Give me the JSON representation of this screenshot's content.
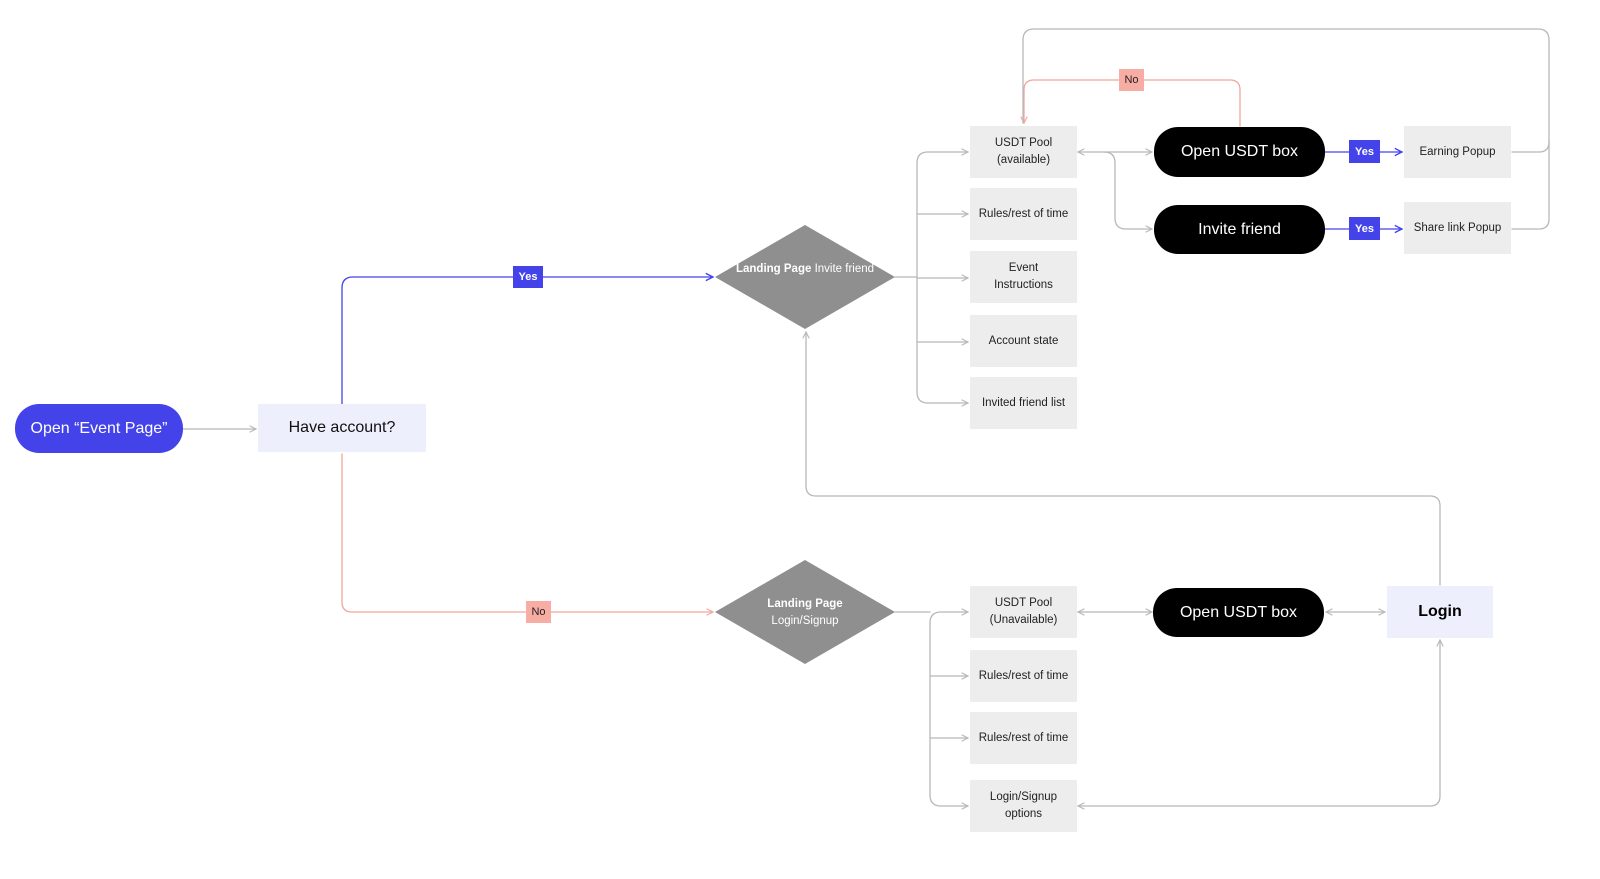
{
  "colors": {
    "accent": "#4443E9",
    "yes_edge": "#4443E9",
    "no_edge": "#F2A69C",
    "edge": "#B8B8B8",
    "diamond": "#8F8F8F",
    "pill": "#000000",
    "grey_box": "#EDEDED",
    "light_box": "#EEEFFD"
  },
  "start": {
    "label": "Open “Event Page”"
  },
  "decision": {
    "label": "Have account?"
  },
  "landing_invite": {
    "line1": "Landing Page",
    "line2": "Invite friend"
  },
  "landing_login": {
    "line1": "Landing Page",
    "line2": "Login/Signup"
  },
  "invite_items": [
    {
      "line1": "USDT Pool",
      "line2": "(available)"
    },
    {
      "line1": "Rules/rest of time",
      "line2": ""
    },
    {
      "line1": "Event",
      "line2": "Instructions"
    },
    {
      "line1": "Account state",
      "line2": ""
    },
    {
      "line1": "Invited friend list",
      "line2": ""
    }
  ],
  "login_items": [
    {
      "line1": "USDT Pool",
      "line2": "(Unavailable)"
    },
    {
      "line1": "Rules/rest of time",
      "line2": ""
    },
    {
      "line1": "Rules/rest of time",
      "line2": ""
    },
    {
      "line1": "Login/Signup",
      "line2": "options"
    }
  ],
  "actions": {
    "open_box_top": "Open USDT box",
    "invite_friend": "Invite friend",
    "open_box_bottom": "Open USDT box",
    "login": "Login"
  },
  "popups": {
    "earning": "Earning Popup",
    "share_link": "Share link Popup"
  },
  "tags": {
    "yes_main": "Yes",
    "no_main": "No",
    "no_loop": "No",
    "yes_earning": "Yes",
    "yes_share": "Yes"
  }
}
